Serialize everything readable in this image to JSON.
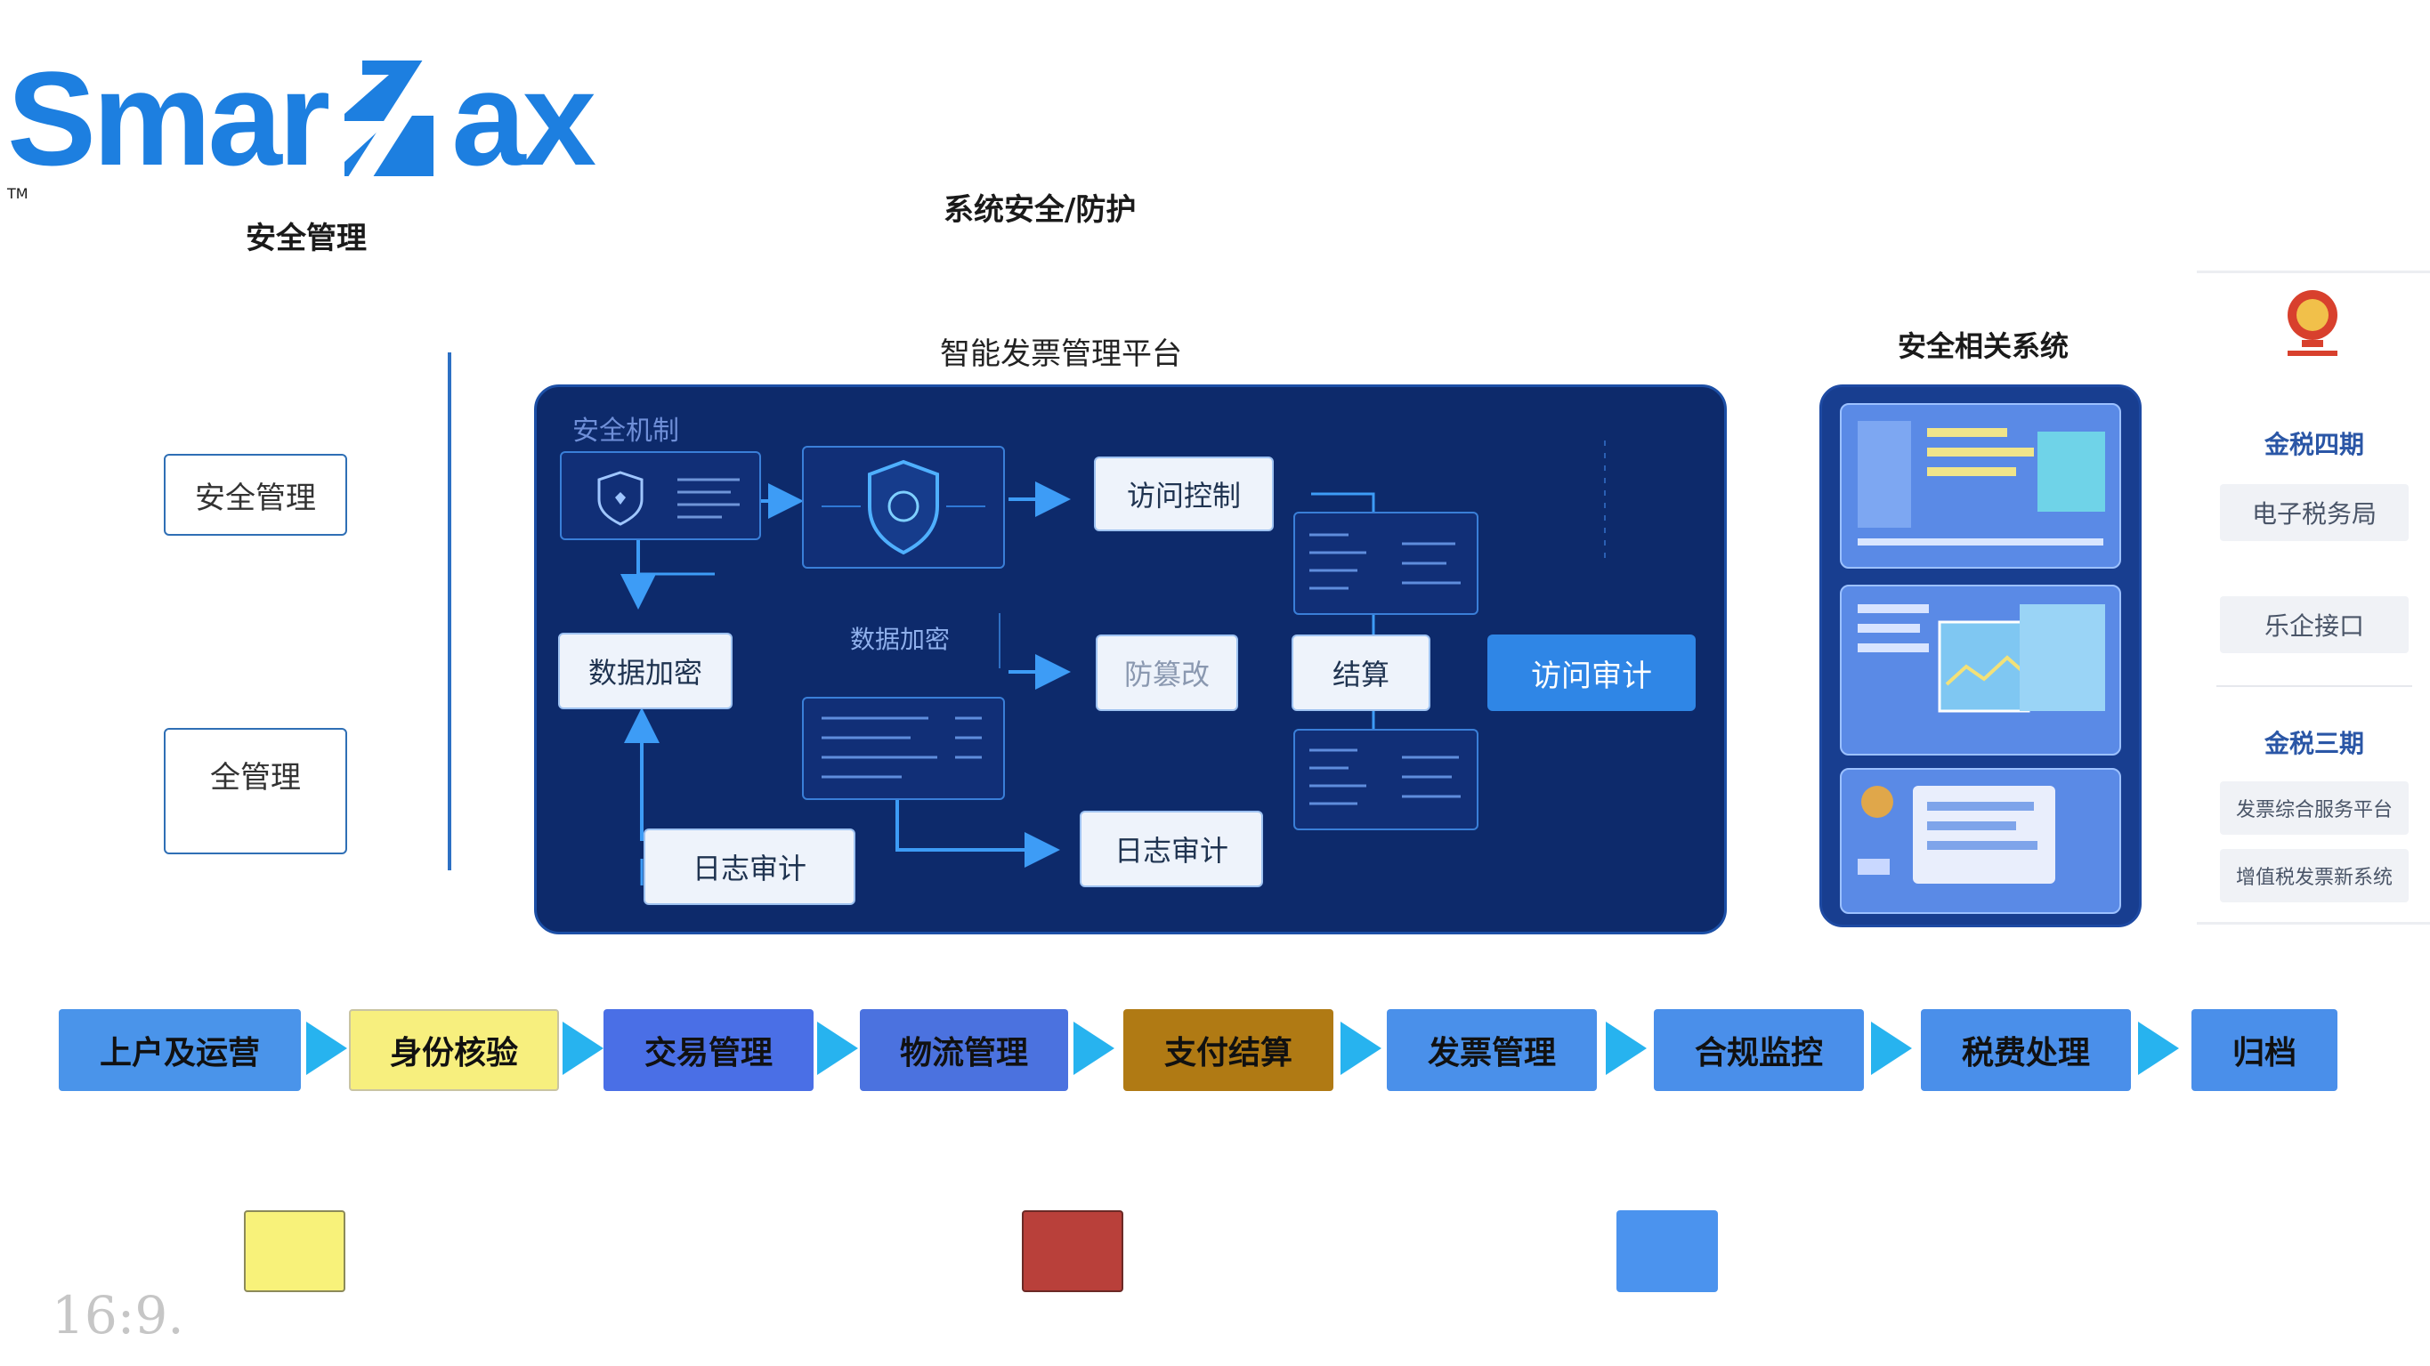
{
  "logo": {
    "text_left": "Smar",
    "text_right": "ax",
    "trademark": "TM",
    "color": "#1d7fe0"
  },
  "left_title": "安全管理",
  "top_title": "系统安全/防护",
  "platform_title": "智能发票管理平台",
  "related_title": "安全相关系统",
  "sidebar": {
    "box1": "安全管理",
    "box2": "全管理"
  },
  "panel": {
    "corner_label": "安全机制",
    "nodes": {
      "data_encrypt": "数据加密",
      "data_encrypt_caption": "数据加密",
      "access_control": "访问控制",
      "unclear_node": "防篡改",
      "settlement": "结算",
      "access_audit": "访问审计",
      "log_audit_left": "日志审计",
      "log_audit_right": "日志审计"
    }
  },
  "right_column": {
    "group1_title": "金税四期",
    "group1_item": "电子税务局",
    "standalone_item": "乐企接口",
    "group2_title": "金税三期",
    "group2_items": [
      "发票综合服务平台",
      "增值税发票新系统"
    ]
  },
  "flow": [
    {
      "label": "上户及运营",
      "color": "#4a94ea"
    },
    {
      "label": "身份核验",
      "color": "#f7ef7e"
    },
    {
      "label": "交易管理",
      "color": "#4a6fe6"
    },
    {
      "label": "物流管理",
      "color": "#4b72df"
    },
    {
      "label": "支付结算",
      "color": "#b07a14"
    },
    {
      "label": "发票管理",
      "color": "#4a90ea"
    },
    {
      "label": "合规监控",
      "color": "#4a8fea"
    },
    {
      "label": "税费处理",
      "color": "#4a8fea"
    },
    {
      "label": "归档",
      "color": "#4a8fea"
    }
  ],
  "legend_squares": [
    {
      "color": "#f8f27a"
    },
    {
      "color": "#b9403a"
    },
    {
      "color": "#4b93ee"
    }
  ],
  "aspect_label": "16:9."
}
